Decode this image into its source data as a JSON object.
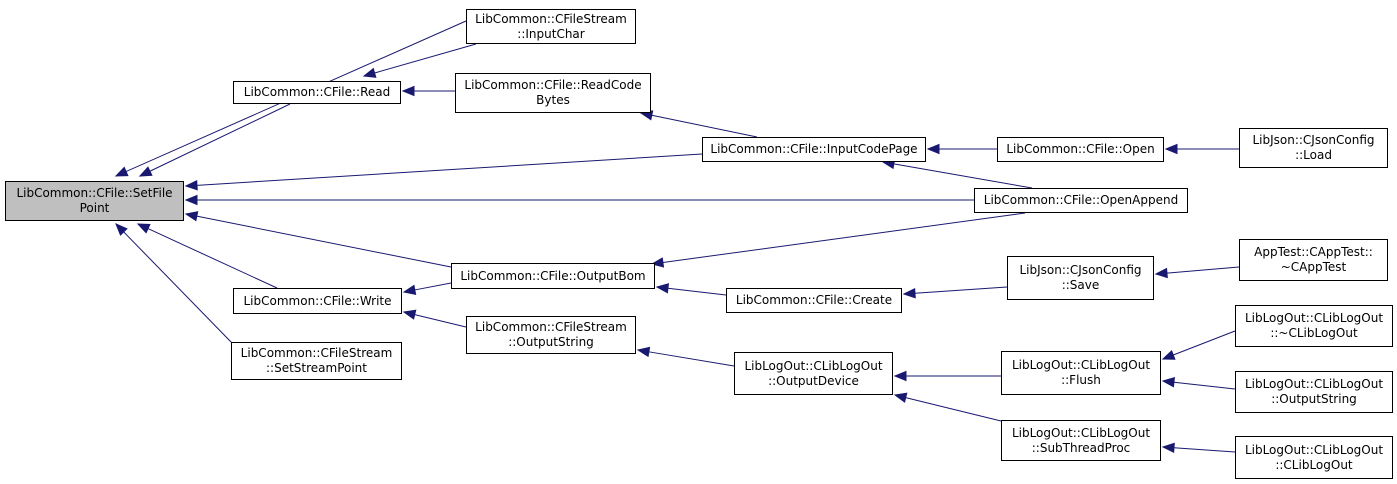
{
  "graph": {
    "root": "setfilepoint",
    "colors": {
      "edge": "#191970",
      "root_fill": "#bfbfbf",
      "node_fill": "#ffffff",
      "border": "#000000"
    },
    "nodes": [
      {
        "id": "setfilepoint",
        "lines": [
          "LibCommon::CFile::SetFile",
          "Point"
        ]
      },
      {
        "id": "inputchar",
        "lines": [
          "LibCommon::CFileStream",
          "::InputChar"
        ]
      },
      {
        "id": "read",
        "lines": [
          "LibCommon::CFile::Read"
        ]
      },
      {
        "id": "readcodebytes",
        "lines": [
          "LibCommon::CFile::ReadCode",
          "Bytes"
        ]
      },
      {
        "id": "inputcodepage",
        "lines": [
          "LibCommon::CFile::InputCodePage"
        ]
      },
      {
        "id": "open",
        "lines": [
          "LibCommon::CFile::Open"
        ]
      },
      {
        "id": "jsonload",
        "lines": [
          "LibJson::CJsonConfig",
          "::Load"
        ]
      },
      {
        "id": "openappend",
        "lines": [
          "LibCommon::CFile::OpenAppend"
        ]
      },
      {
        "id": "outputbom",
        "lines": [
          "LibCommon::CFile::OutputBom"
        ]
      },
      {
        "id": "write",
        "lines": [
          "LibCommon::CFile::Write"
        ]
      },
      {
        "id": "setstreampoint",
        "lines": [
          "LibCommon::CFileStream",
          "::SetStreamPoint"
        ]
      },
      {
        "id": "streamoutputstring",
        "lines": [
          "LibCommon::CFileStream",
          "::OutputString"
        ]
      },
      {
        "id": "create",
        "lines": [
          "LibCommon::CFile::Create"
        ]
      },
      {
        "id": "jsonsave",
        "lines": [
          "LibJson::CJsonConfig",
          "::Save"
        ]
      },
      {
        "id": "apptestdtor",
        "lines": [
          "AppTest::CAppTest::",
          "~CAppTest"
        ]
      },
      {
        "id": "outputdevice",
        "lines": [
          "LibLogOut::CLibLogOut",
          "::OutputDevice"
        ]
      },
      {
        "id": "flush",
        "lines": [
          "LibLogOut::CLibLogOut",
          "::Flush"
        ]
      },
      {
        "id": "logdtor",
        "lines": [
          "LibLogOut::CLibLogOut",
          "::~CLibLogOut"
        ]
      },
      {
        "id": "logoutputstring",
        "lines": [
          "LibLogOut::CLibLogOut",
          "::OutputString"
        ]
      },
      {
        "id": "subthreadproc",
        "lines": [
          "LibLogOut::CLibLogOut",
          "::SubThreadProc"
        ]
      },
      {
        "id": "logctor",
        "lines": [
          "LibLogOut::CLibLogOut",
          "::CLibLogOut"
        ]
      }
    ],
    "edges": [
      {
        "from": "inputchar",
        "to": "setfilepoint"
      },
      {
        "from": "read",
        "to": "setfilepoint"
      },
      {
        "from": "inputcodepage",
        "to": "setfilepoint"
      },
      {
        "from": "openappend",
        "to": "setfilepoint"
      },
      {
        "from": "outputbom",
        "to": "setfilepoint"
      },
      {
        "from": "write",
        "to": "setfilepoint"
      },
      {
        "from": "setstreampoint",
        "to": "setfilepoint"
      },
      {
        "from": "inputchar",
        "to": "read"
      },
      {
        "from": "readcodebytes",
        "to": "read"
      },
      {
        "from": "inputcodepage",
        "to": "readcodebytes"
      },
      {
        "from": "open",
        "to": "inputcodepage"
      },
      {
        "from": "openappend",
        "to": "inputcodepage"
      },
      {
        "from": "jsonload",
        "to": "open"
      },
      {
        "from": "outputbom",
        "to": "write"
      },
      {
        "from": "streamoutputstring",
        "to": "write"
      },
      {
        "from": "openappend",
        "to": "outputbom"
      },
      {
        "from": "create",
        "to": "outputbom"
      },
      {
        "from": "jsonsave",
        "to": "create"
      },
      {
        "from": "apptestdtor",
        "to": "jsonsave"
      },
      {
        "from": "outputdevice",
        "to": "streamoutputstring"
      },
      {
        "from": "flush",
        "to": "outputdevice"
      },
      {
        "from": "subthreadproc",
        "to": "outputdevice"
      },
      {
        "from": "logdtor",
        "to": "flush"
      },
      {
        "from": "logoutputstring",
        "to": "flush"
      },
      {
        "from": "logctor",
        "to": "subthreadproc"
      }
    ]
  }
}
